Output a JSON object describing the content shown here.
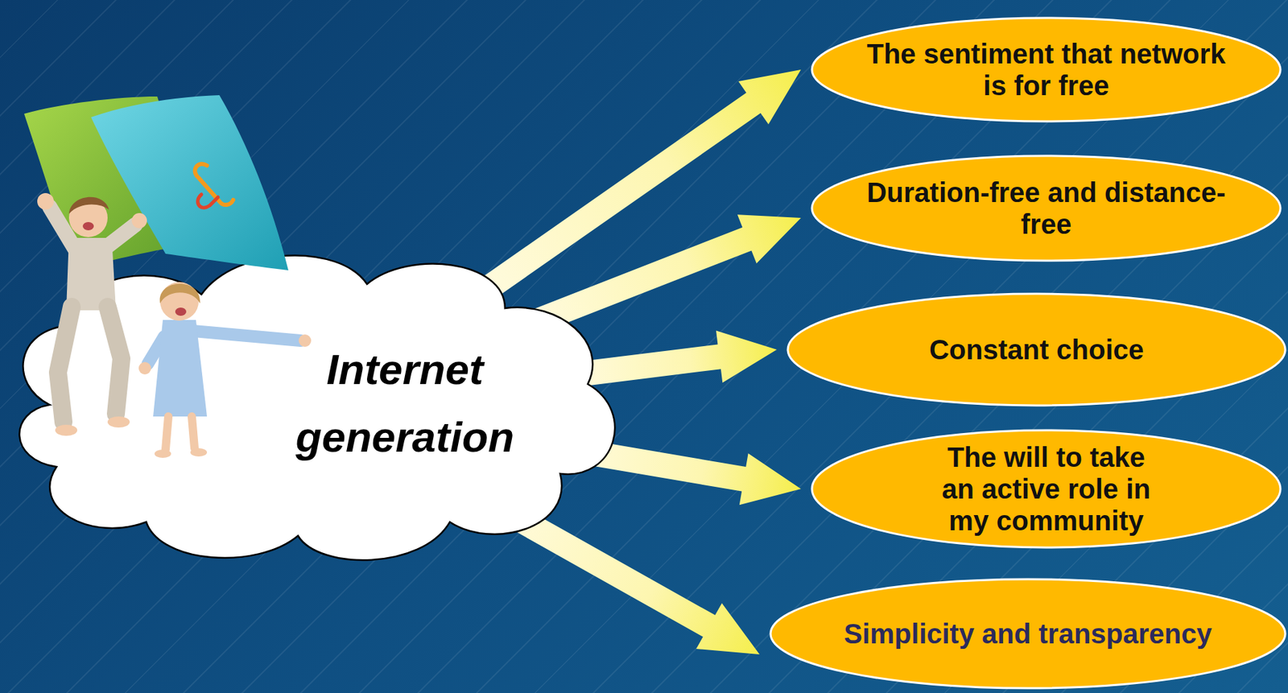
{
  "diagram": {
    "nodes": [
      {
        "text": [
          "Internet generation"
        ]
      },
      {
        "text": [
          "The sentiment that network is for free"
        ]
      },
      {
        "text": [
          "Duration-free and distance-free"
        ]
      },
      {
        "text": [
          "Constant choice"
        ]
      },
      {
        "text": [
          "The will to take an active role in my community"
        ]
      },
      {
        "text": [
          "Simplicity and transparency"
        ]
      }
    ],
    "edges": [
      {
        "from": 0,
        "to": 1,
        "arrow": "to"
      },
      {
        "from": 0,
        "to": 2,
        "arrow": "to"
      },
      {
        "from": 0,
        "to": 3,
        "arrow": "to"
      },
      {
        "from": 0,
        "to": 4,
        "arrow": "to"
      },
      {
        "from": 0,
        "to": 5,
        "arrow": "to"
      }
    ]
  }
}
